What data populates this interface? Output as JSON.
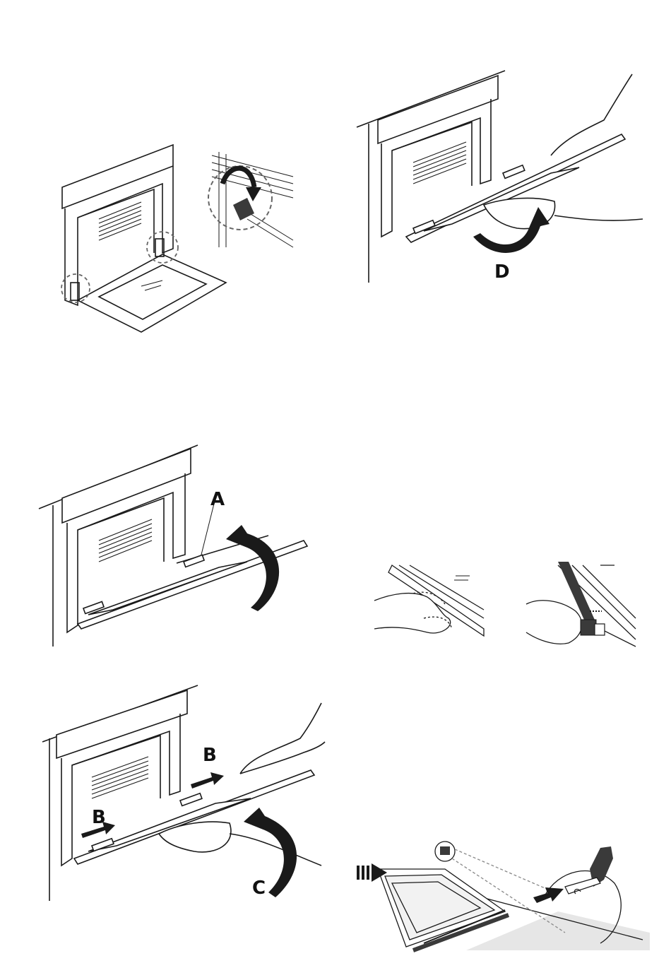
{
  "figures": {
    "hinge_release": {
      "callouts": []
    },
    "door_lift": {
      "callouts": [
        "A"
      ]
    },
    "door_slide": {
      "callouts": [
        "B",
        "B",
        "C"
      ]
    },
    "door_remove": {
      "callouts": [
        "D"
      ]
    },
    "glass_grip_left": {
      "callouts": []
    },
    "glass_grip_right": {
      "callouts": []
    },
    "glass_reinsert": {
      "callouts": []
    }
  },
  "colors": {
    "line": "#1a1a1a",
    "fill_light": "#ffffff",
    "fill_grey": "#e6e6e6",
    "fill_dark": "#3a3a3a",
    "dashed": "#666666"
  }
}
